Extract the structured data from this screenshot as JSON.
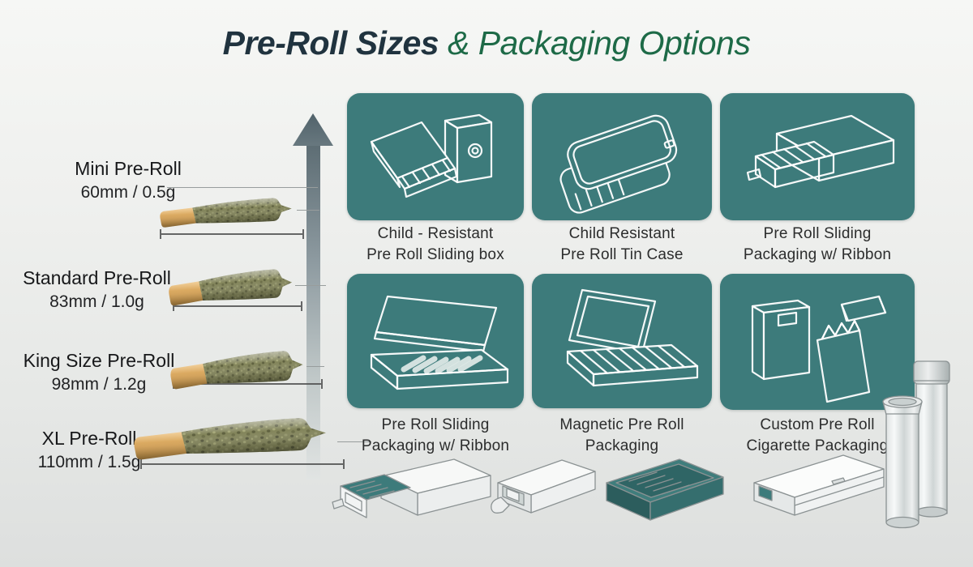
{
  "title": {
    "primary": "Pre-Roll Sizes",
    "secondary": "& Packaging Options"
  },
  "sizes": [
    {
      "name": "Mini Pre-Roll",
      "spec": "60mm / 0.5g"
    },
    {
      "name": "Standard Pre-Roll",
      "spec": "83mm / 1.0g"
    },
    {
      "name": "King Size Pre-Roll",
      "spec": "98mm / 1.2g"
    },
    {
      "name": "XL Pre-Roll",
      "spec": "110mm / 1.5g"
    }
  ],
  "packaging": [
    {
      "line1": "Child - Resistant",
      "line2": "Pre Roll Sliding box",
      "icon": "sliding-box-and-upright-box-icon"
    },
    {
      "line1": "Child Resistant",
      "line2": "Pre Roll Tin Case",
      "icon": "tin-case-icon"
    },
    {
      "line1": "Pre Roll Sliding",
      "line2": "Packaging w/ Ribbon",
      "icon": "drawer-box-icon"
    },
    {
      "line1": "Pre Roll Sliding",
      "line2": "Packaging w/ Ribbon",
      "icon": "hinged-case-with-prerolls-icon"
    },
    {
      "line1": "Magnetic Pre Roll",
      "line2": "Packaging",
      "icon": "magnetic-box-icon"
    },
    {
      "line1": "Custom Pre Roll",
      "line2": "Cigarette Packaging",
      "icon": "cigarette-packs-icon"
    }
  ],
  "colors": {
    "card_teal": "#3d7b7b",
    "title_primary": "#20333f",
    "title_accent": "#1d6a47",
    "arrow_grey": "#5c6c73",
    "preroll_filter": "#d3a158",
    "preroll_body": "#82845a",
    "background": "#eef0ee"
  }
}
